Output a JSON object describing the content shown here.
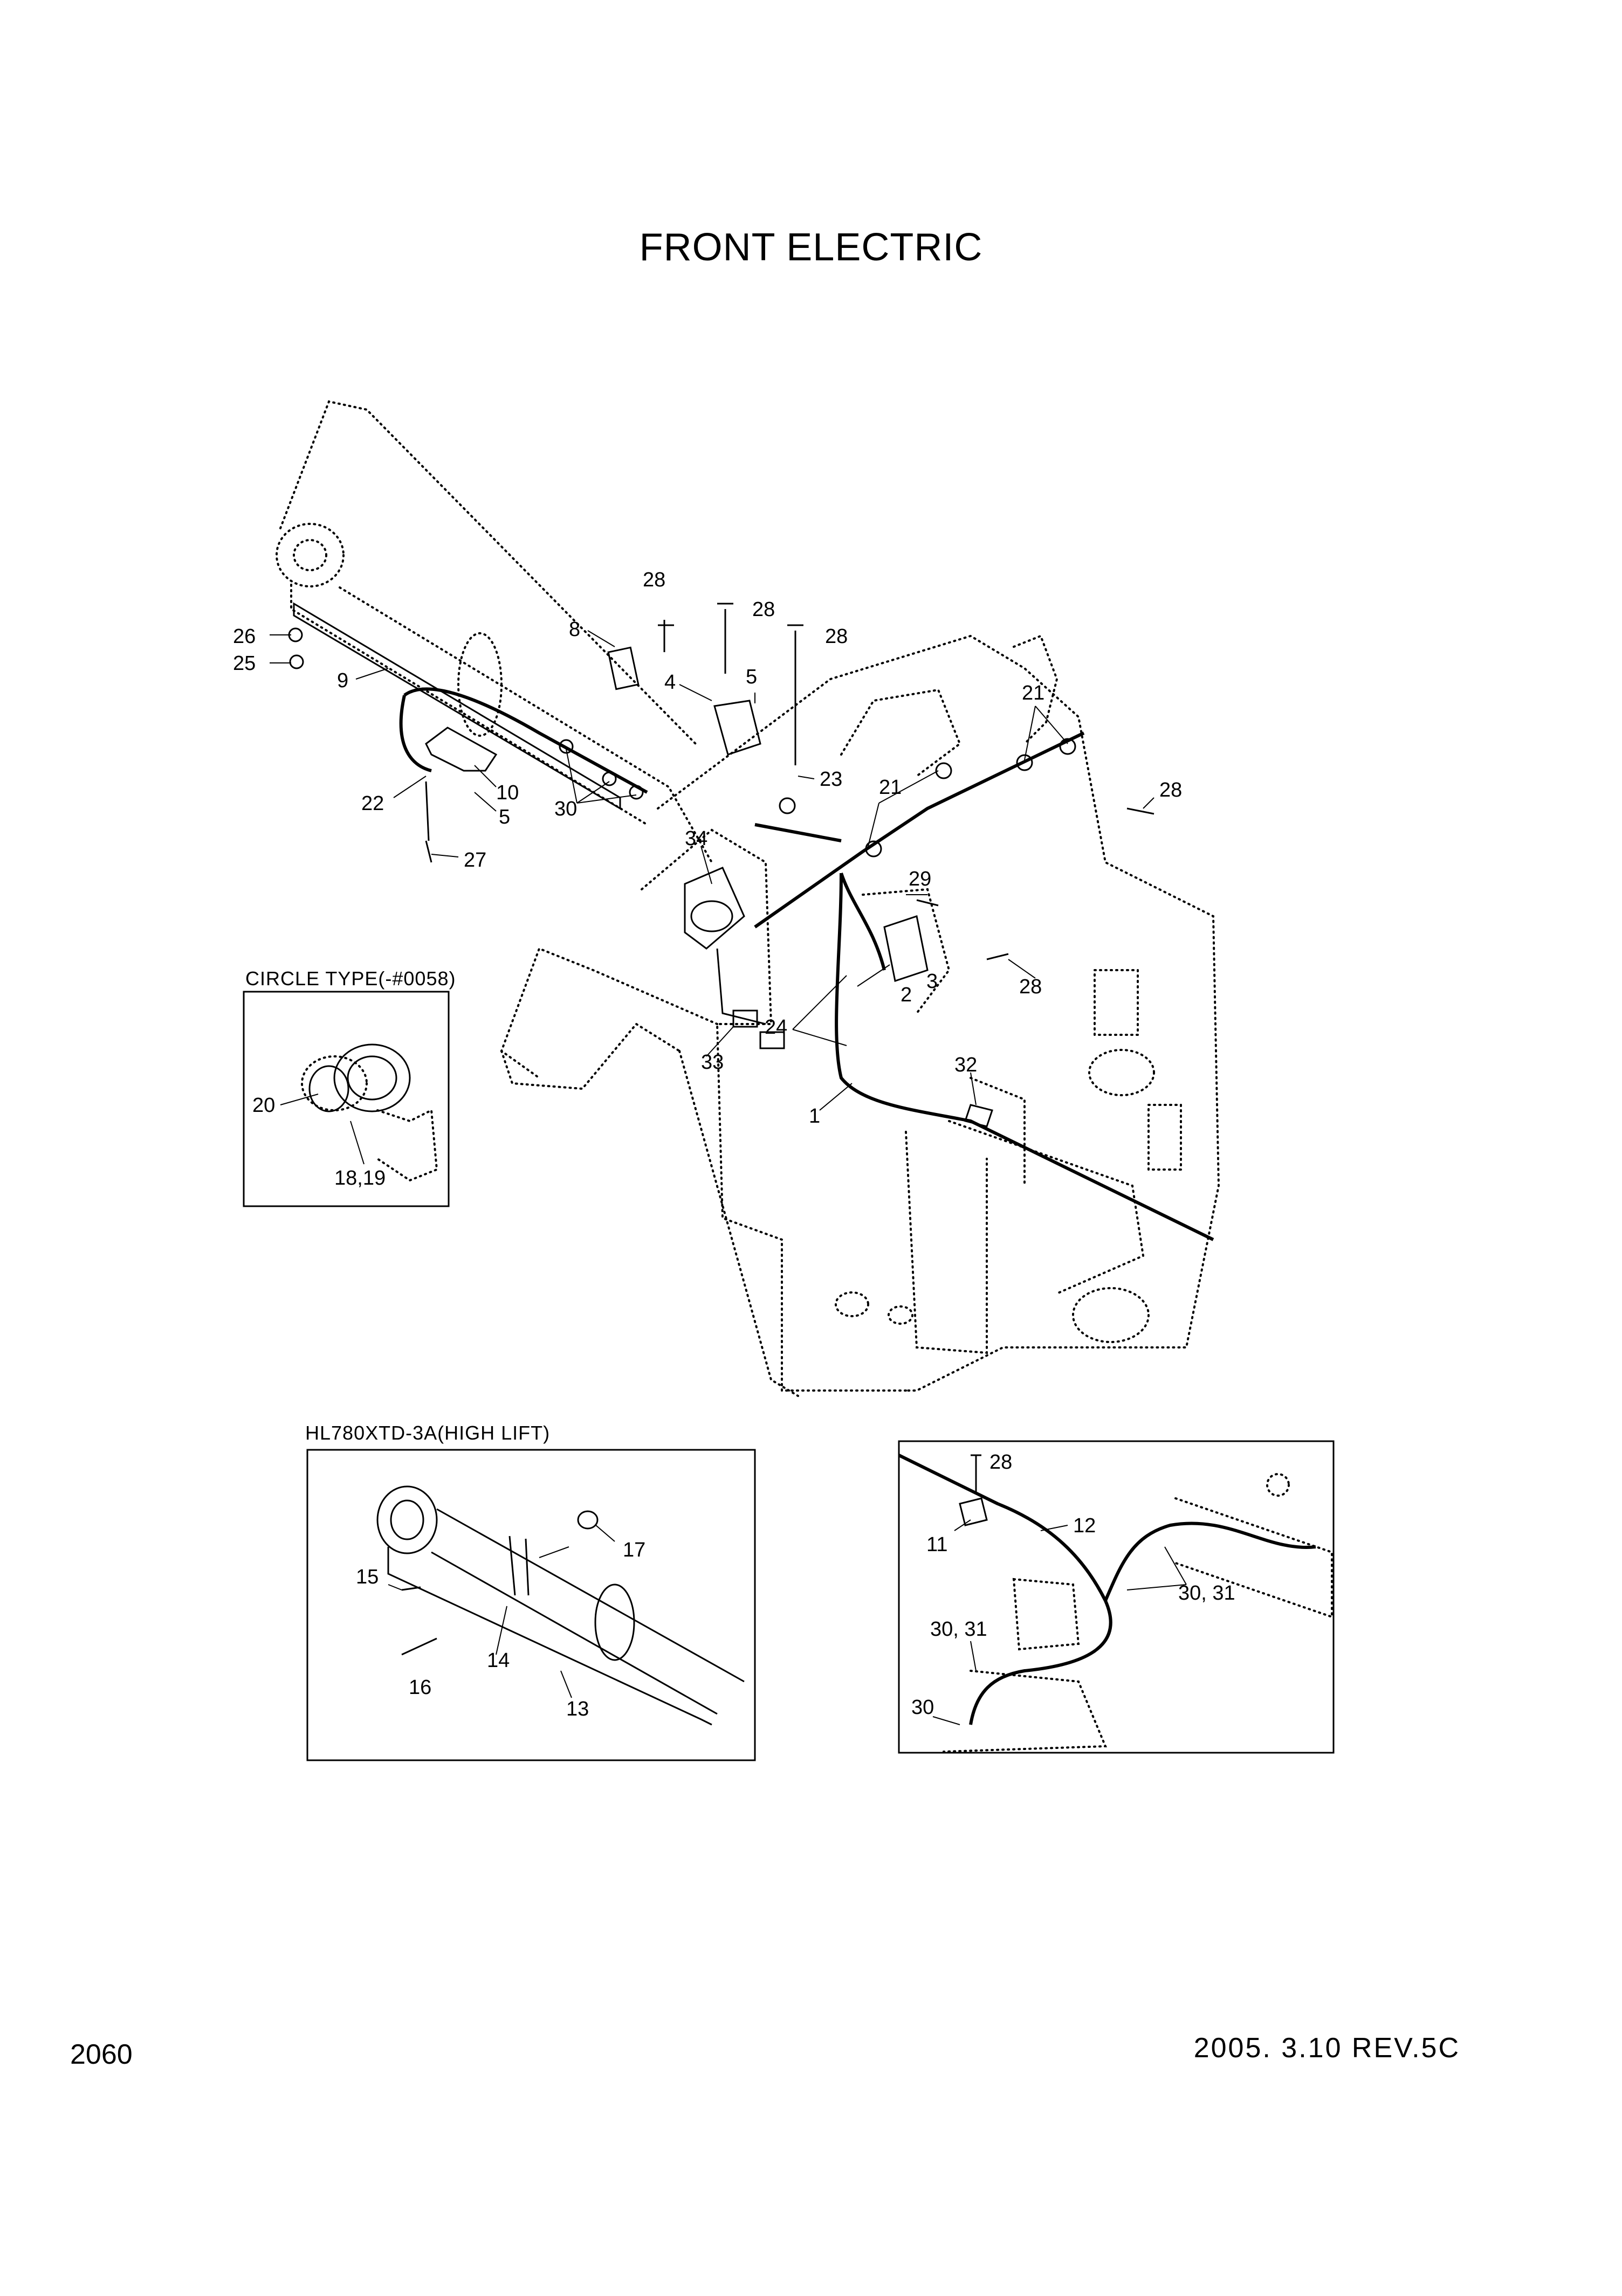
{
  "title": "FRONT ELECTRIC",
  "page_number": "2060",
  "revision": "2005. 3.10  REV.5C",
  "insets": {
    "circle_type": "CIRCLE TYPE(-#0058)",
    "high_lift": "HL780XTD-3A(HIGH LIFT)"
  },
  "callouts": {
    "c1": "1",
    "c2": "2",
    "c3": "3",
    "c4": "4",
    "c5a": "5",
    "c5b": "5",
    "c8": "8",
    "c9": "9",
    "c10": "10",
    "c11": "11",
    "c12": "12",
    "c13": "13",
    "c14": "14",
    "c15": "15",
    "c16": "16",
    "c17": "17",
    "c18_19": "18,19",
    "c20": "20",
    "c21a": "21",
    "c21b": "21",
    "c22": "22",
    "c23": "23",
    "c24": "24",
    "c25": "25",
    "c26": "26",
    "c27": "27",
    "c28a": "28",
    "c28b": "28",
    "c28c": "28",
    "c28d": "28",
    "c28e": "28",
    "c28f": "28",
    "c29": "29",
    "c30a": "30",
    "c30b": "30",
    "c30_31a": "30, 31",
    "c30_31b": "30, 31",
    "c32": "32",
    "c33": "33",
    "c34": "34"
  }
}
